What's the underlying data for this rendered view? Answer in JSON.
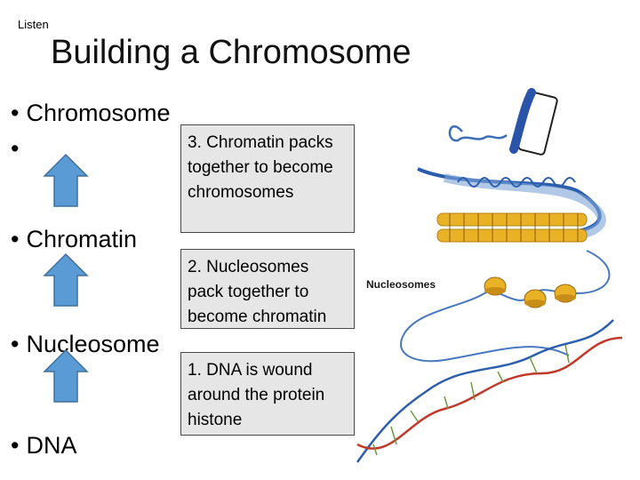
{
  "listen_label": "Listen",
  "title": "Building a Chromosome",
  "bullets": {
    "chromosome": "Chromosome",
    "chromatin": "Chromatin",
    "nucleosome": "Nucleosome",
    "dna": "DNA"
  },
  "notes": {
    "step3": "3. Chromatin packs together to become chromosomes",
    "step2": "2. Nucleosomes pack together to become chromatin",
    "step1": "1. DNA is wound around the protein histone"
  },
  "figure": {
    "nucleosomes_label": "Nucleosomes"
  },
  "colors": {
    "arrow_fill": "#5b9bd5",
    "arrow_stroke": "#41719c",
    "note_bg": "#e6e6e6",
    "histone": "#e9b126",
    "dna_blue": "#2b5fae",
    "dna_red": "#c0392b"
  }
}
